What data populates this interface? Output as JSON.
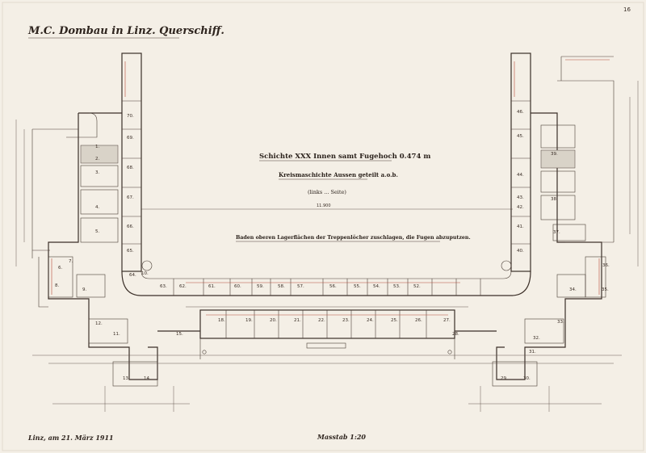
{
  "sheet": {
    "title": "M.C. Dombau in Linz. Querschiff.",
    "heading_line1": "Schichte XXX Innen samt Fugehoch 0.474 m",
    "heading_line2": "Kreismaschichte Aussen geteilt a.o.b.",
    "heading_line3": "(links ... Seite)",
    "instruction": "Baden oberen Lagerflächen der Treppenlöcher zuschlagen, die Fugen abzuputzen.",
    "place_date": "Linz, am 21. März 1911",
    "scale_label": "Masstab 1:20",
    "page_corner": "16",
    "dimension_center": "11.900"
  },
  "stones_left_column": [
    "70.",
    "69.",
    "68.",
    "67.",
    "66.",
    "65.",
    "64."
  ],
  "stones_right_column": [
    "46.",
    "45.",
    "44.",
    "43.",
    "42.",
    "41.",
    "40."
  ],
  "stones_bottom_row": [
    "63.",
    "62.",
    "61.",
    "60.",
    "59.",
    "58.",
    "57.",
    "56.",
    "55.",
    "54.",
    "53.",
    "52."
  ],
  "stones_lower_band": [
    "18.",
    "19.",
    "20.",
    "21.",
    "22.",
    "23.",
    "24.",
    "25.",
    "26.",
    "27."
  ],
  "stones_left_wing": [
    "1.",
    "2.",
    "3.",
    "4.",
    "5.",
    "6.",
    "7.",
    "8.",
    "9.",
    "10.",
    "11.",
    "12.",
    "13.",
    "14.",
    "15."
  ],
  "stones_right_wing": [
    "28.",
    "29.",
    "30.",
    "31.",
    "32.",
    "33.",
    "34.",
    "35.",
    "36.",
    "37.",
    "38.",
    "39."
  ]
}
